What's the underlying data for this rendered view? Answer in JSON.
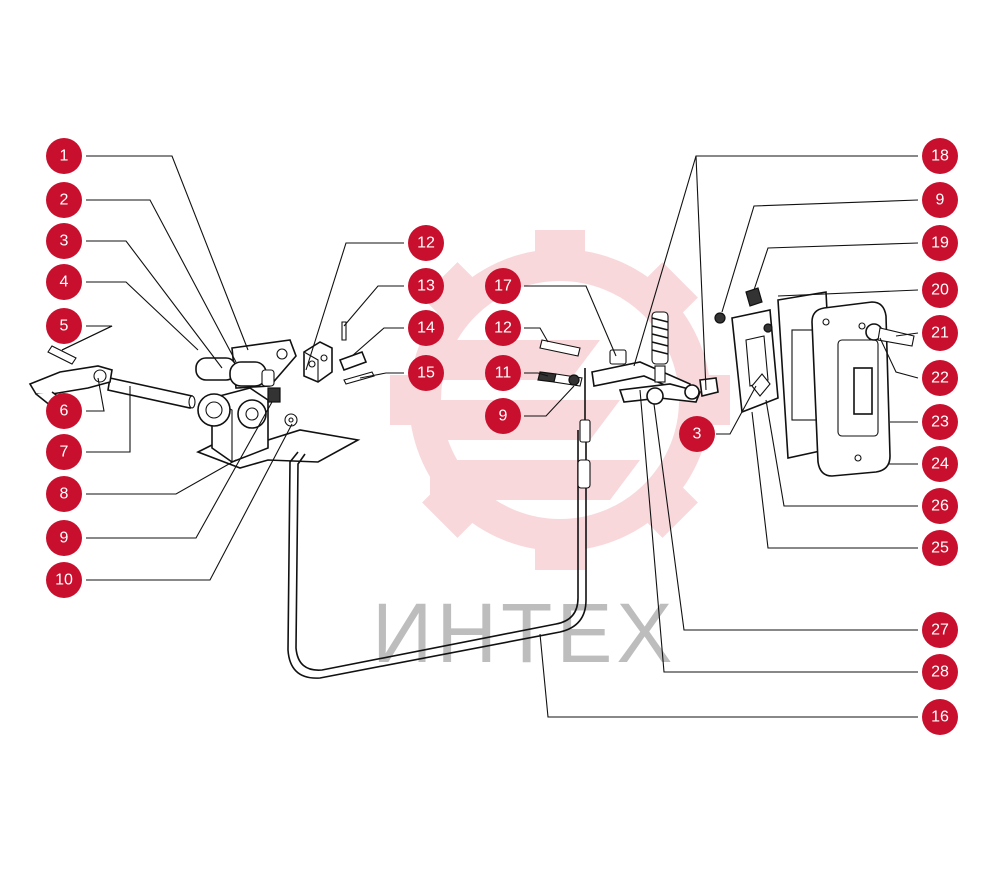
{
  "watermark": {
    "text": "ИНТЕХ",
    "gear_color": "#f4b9bf",
    "text_color": "#bdbdbd"
  },
  "callout_color": "#c8102e",
  "callouts": [
    {
      "label": "1"
    },
    {
      "label": "2"
    },
    {
      "label": "3"
    },
    {
      "label": "4"
    },
    {
      "label": "5"
    },
    {
      "label": "6"
    },
    {
      "label": "7"
    },
    {
      "label": "8"
    },
    {
      "label": "9"
    },
    {
      "label": "10"
    },
    {
      "label": "12"
    },
    {
      "label": "13"
    },
    {
      "label": "14"
    },
    {
      "label": "15"
    },
    {
      "label": "17"
    },
    {
      "label": "12"
    },
    {
      "label": "11"
    },
    {
      "label": "9"
    },
    {
      "label": "18"
    },
    {
      "label": "9"
    },
    {
      "label": "19"
    },
    {
      "label": "20"
    },
    {
      "label": "21"
    },
    {
      "label": "22"
    },
    {
      "label": "23"
    },
    {
      "label": "24"
    },
    {
      "label": "26"
    },
    {
      "label": "25"
    },
    {
      "label": "3"
    },
    {
      "label": "27"
    },
    {
      "label": "28"
    },
    {
      "label": "16"
    }
  ]
}
